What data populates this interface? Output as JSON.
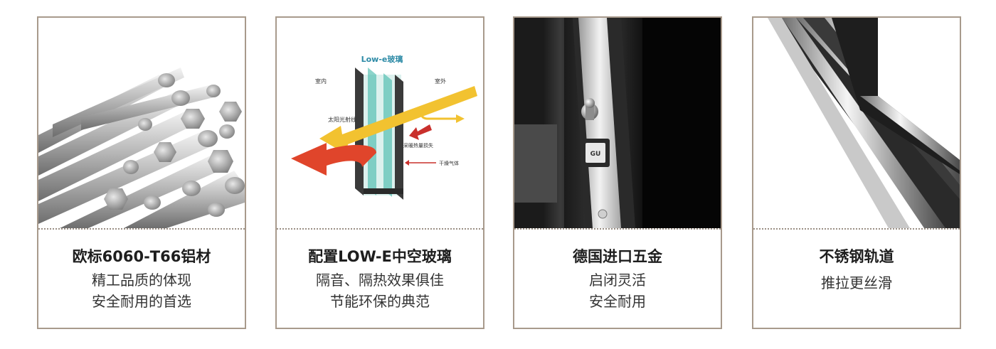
{
  "cards": [
    {
      "title": "欧标6060-T66铝材",
      "lines": [
        "精工品质的体现",
        "安全耐用的首选"
      ]
    },
    {
      "title": "配置LOW-E中空玻璃",
      "lines": [
        "隔音、隔热效果俱佳",
        "节能环保的典范"
      ]
    },
    {
      "title": "德国进口五金",
      "lines": [
        "启闭灵活",
        "安全耐用"
      ]
    },
    {
      "title": "不锈钢轨道",
      "lines": [
        "推拉更丝滑"
      ]
    }
  ],
  "glass_diagram": {
    "glass_label": "Low-e玻璃",
    "indoor": "室内",
    "outdoor": "室外",
    "sunlight": "太阳光射线",
    "heat_loss": "采暖热量损失",
    "dry_gas": "干燥气体"
  },
  "hardware_badge": "GU",
  "colors": {
    "border": "#a89a8c",
    "arrow_yellow": "#f2c230",
    "arrow_red": "#e0452b",
    "glass_teal": "#3fb8a8"
  }
}
